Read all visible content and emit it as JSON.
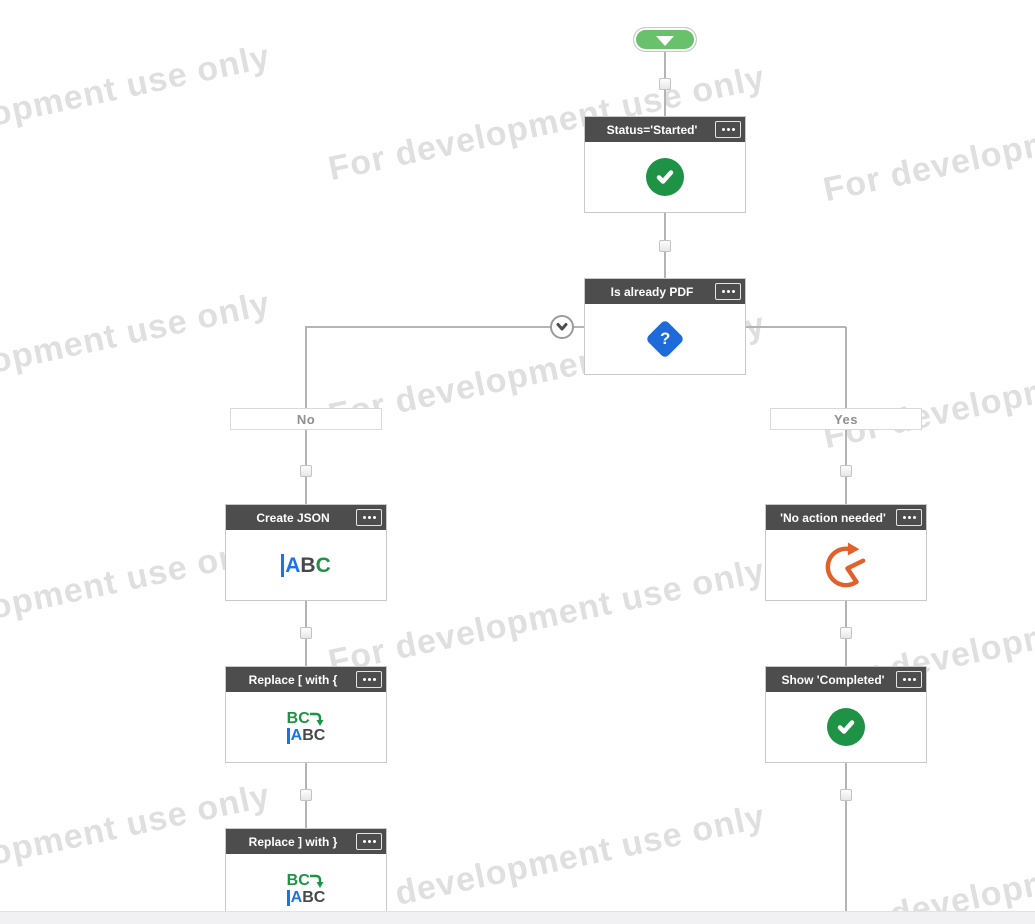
{
  "watermark": {
    "text": "For development use only"
  },
  "branches": {
    "no": "No",
    "yes": "Yes"
  },
  "nodes": [
    {
      "title": "Status='Started'",
      "icon": "check-circle-icon",
      "menu": "more-options"
    },
    {
      "title": "Is already PDF",
      "icon": "question-diamond-icon",
      "menu": "more-options"
    },
    {
      "title": "Create JSON",
      "icon": "type-text-icon",
      "menu": "more-options"
    },
    {
      "title": "Replace [ with {",
      "icon": "replace-text-icon",
      "menu": "more-options"
    },
    {
      "title": "Replace ] with }",
      "icon": "replace-text-icon",
      "menu": "more-options"
    },
    {
      "title": "'No action needed'",
      "icon": "retry-icon",
      "menu": "more-options"
    },
    {
      "title": "Show 'Completed'",
      "icon": "check-circle-icon",
      "menu": "more-options"
    }
  ],
  "icons": {
    "question_glyph": "?",
    "type_text": {
      "a": "A",
      "b": "B",
      "c": "C"
    },
    "replace_text": {
      "line1": "BC",
      "line2_a": "A",
      "line2_bc": "BC"
    }
  },
  "colors": {
    "start_green": "#69c16c",
    "check_green": "#1e9245",
    "diamond_blue": "#1c6bd8",
    "text_blue": "#1a73e8",
    "retry_orange": "#e2602a",
    "header_gray": "#4d4d4d",
    "connector_gray": "#b4b4b4",
    "watermark_gray": "#dfdfdf"
  }
}
